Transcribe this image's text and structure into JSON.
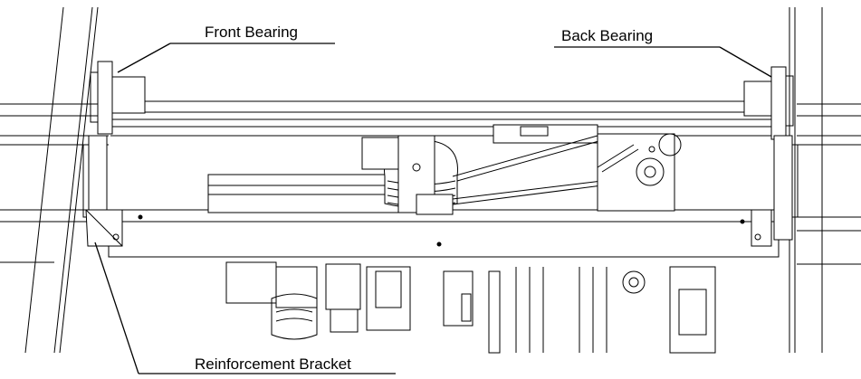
{
  "callouts": {
    "front_bearing": "Front Bearing",
    "back_bearing": "Back Bearing",
    "reinforcement_bracket": "Reinforcement Bracket"
  },
  "colors": {
    "line": "#000000",
    "background": "#ffffff",
    "shade": "#d9d9d9"
  }
}
